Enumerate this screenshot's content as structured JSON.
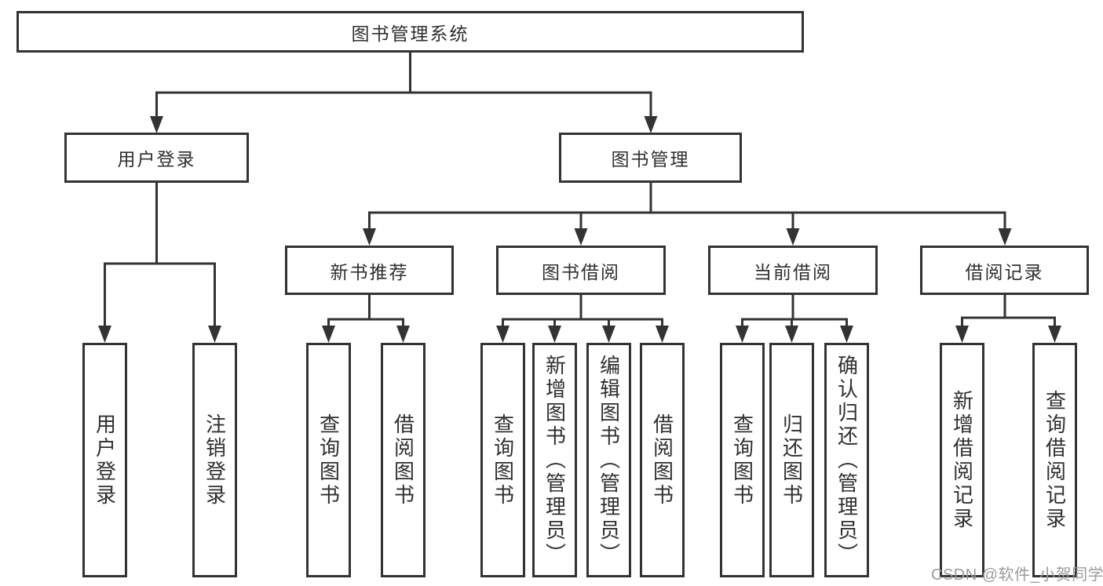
{
  "diagram": {
    "root": {
      "label": "图书管理系统",
      "children": [
        {
          "label": "用户登录",
          "children": [
            {
              "label": "用户登录"
            },
            {
              "label": "注销登录"
            }
          ]
        },
        {
          "label": "图书管理",
          "children": [
            {
              "label": "新书推荐",
              "children": [
                {
                  "label": "查询图书"
                },
                {
                  "label": "借阅图书"
                }
              ]
            },
            {
              "label": "图书借阅",
              "children": [
                {
                  "label": "查询图书"
                },
                {
                  "label": "新增图书（管理员）"
                },
                {
                  "label": "编辑图书（管理员）"
                },
                {
                  "label": "借阅图书"
                }
              ]
            },
            {
              "label": "当前借阅",
              "children": [
                {
                  "label": "查询图书"
                },
                {
                  "label": "归还图书"
                },
                {
                  "label": "确认归还（管理员）"
                }
              ]
            },
            {
              "label": "借阅记录",
              "children": [
                {
                  "label": "新增借阅记录"
                },
                {
                  "label": "查询借阅记录"
                }
              ]
            }
          ]
        }
      ]
    }
  },
  "watermark": {
    "text": "CSDN @软件_小贺同学"
  },
  "colors": {
    "line": "#333333",
    "box_border": "#333333",
    "text": "#2f2f2f",
    "watermark": "#9c9c9c",
    "background": "#ffffff"
  }
}
